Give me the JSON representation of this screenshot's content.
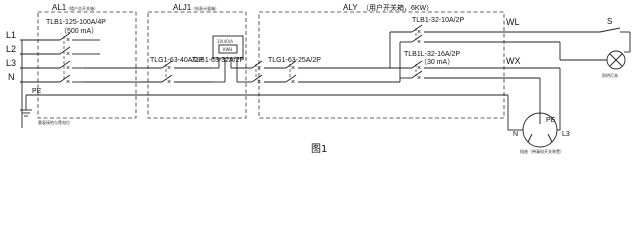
{
  "panels": {
    "al1": {
      "name": "AL1",
      "note": "（楼户总开关箱）"
    },
    "alj1": {
      "name": "ALJ1",
      "note": "（电表计量箱）"
    },
    "aly": {
      "name": "ALY",
      "subtitle": "（用户开关箱，6KW）"
    }
  },
  "lines": {
    "l1": "L1",
    "l2": "L2",
    "l3": "L3",
    "n": "N",
    "pe": "PE",
    "l3_socket": "L3"
  },
  "breakers": {
    "main": {
      "model": "TLB1-125-100A/4P",
      "rating": "（500 mA）"
    },
    "b1": "TLG1-63-40A/2P",
    "b2": "TLB1-63-32A/2P",
    "b3": "TLG1-63-25A/2P",
    "b4": "TLB1-32-10A/2P",
    "b5": {
      "model": "TLB1L-32-16A/2P",
      "rating": "（30 mA）"
    }
  },
  "meter": {
    "label": "KWH",
    "reading": "10(40)A"
  },
  "outputs": {
    "wl": "WL",
    "wx": "WX",
    "switch": "S",
    "lamp": "照明灯具",
    "socket_pe": "PE",
    "socket_n": "N",
    "socket_caption": "插座（带漏电开关装置）",
    "earth_note": "重复接地与等电位"
  },
  "caption": "图1"
}
